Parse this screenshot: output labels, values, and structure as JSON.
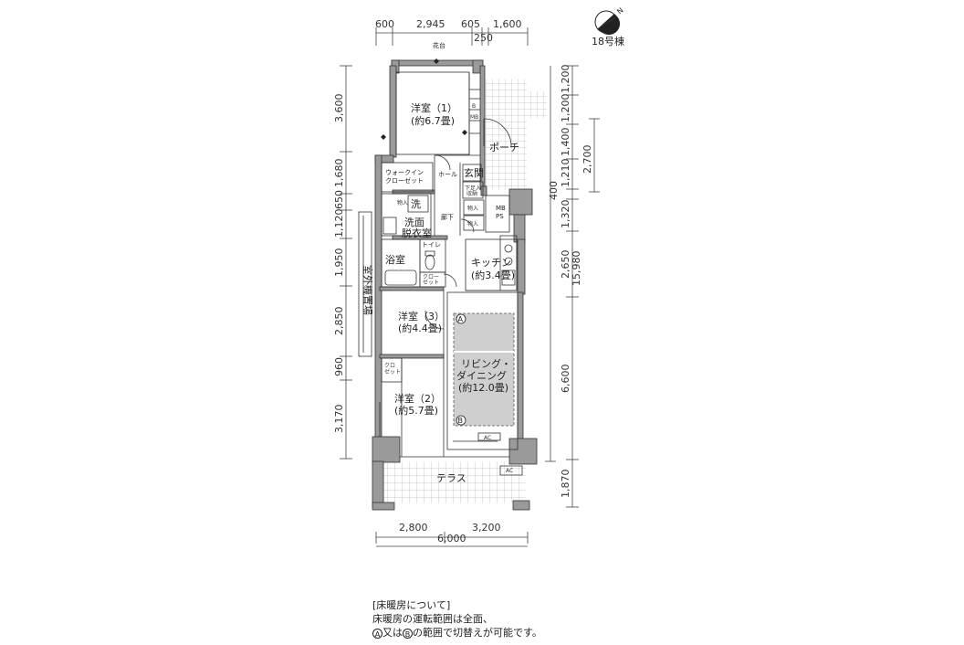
{
  "compass": {
    "north_label": "N",
    "building_label": "18号棟"
  },
  "dimensions": {
    "top_row": [
      "600",
      "2,945",
      "605",
      "1,600"
    ],
    "top_sub": "250",
    "left_col": [
      "3,600",
      "1,680",
      "650",
      "1,120",
      "1,950",
      "2,850",
      "960",
      "3,170"
    ],
    "right_inner": [
      "1,200",
      "1,200",
      "1,400",
      "1,210",
      "400",
      "1,320",
      "2,650",
      "6,600",
      "1,870"
    ],
    "right_outer": [
      "2,700",
      "15,980"
    ],
    "bottom_row": [
      "2,800",
      "3,200"
    ],
    "bottom_total": "6,000"
  },
  "rooms": {
    "flower_bed": "花台",
    "western1_name": "洋室（1）",
    "western1_size": "(約6.7畳)",
    "porch": "ポーチ",
    "walkin_line1": "ウォークイン",
    "walkin_line2": "クローゼット",
    "hall": "ホール",
    "entrance": "玄関",
    "shoe_box": "下足入",
    "shoe_box2": "収納",
    "laundry": "洗",
    "storage": "物入",
    "storage2": "物入",
    "storage3": "物入",
    "mbps_line1": "MB",
    "mbps_line2": "PS",
    "corridor": "廊下",
    "washroom_line1": "洗面",
    "washroom_line2": "脱衣室",
    "toilet": "トイレ",
    "bath": "浴室",
    "kitchen_name": "キッチン",
    "kitchen_size": "(約3.4畳)",
    "closet_small1": "クロー",
    "closet_small2": "ゼット",
    "outdoor_unit": "室外機置場",
    "western3_name": "洋室（3）",
    "western3_size": "(約4.4畳)",
    "western2_name": "洋室（2）",
    "western2_size": "(約5.7畳)",
    "closet_b1": "クロ",
    "closet_b2": "ゼット",
    "living_line1": "リビング・",
    "living_line2": "ダイニング",
    "living_size": "(約12.0畳)",
    "zone_a": "A",
    "zone_b": "B",
    "terrace": "テラス",
    "ac1": "AC",
    "ac2": "AC",
    "meter": "MB",
    "b_mark": "B"
  },
  "note": {
    "heading": "[床暖房について]",
    "line1": "床暖房の運転範囲は全面、",
    "line2_zone_a": "A",
    "line2_mid": "又は",
    "line2_zone_b": "B",
    "line2_end": "の範囲で切替えが可能です。"
  }
}
